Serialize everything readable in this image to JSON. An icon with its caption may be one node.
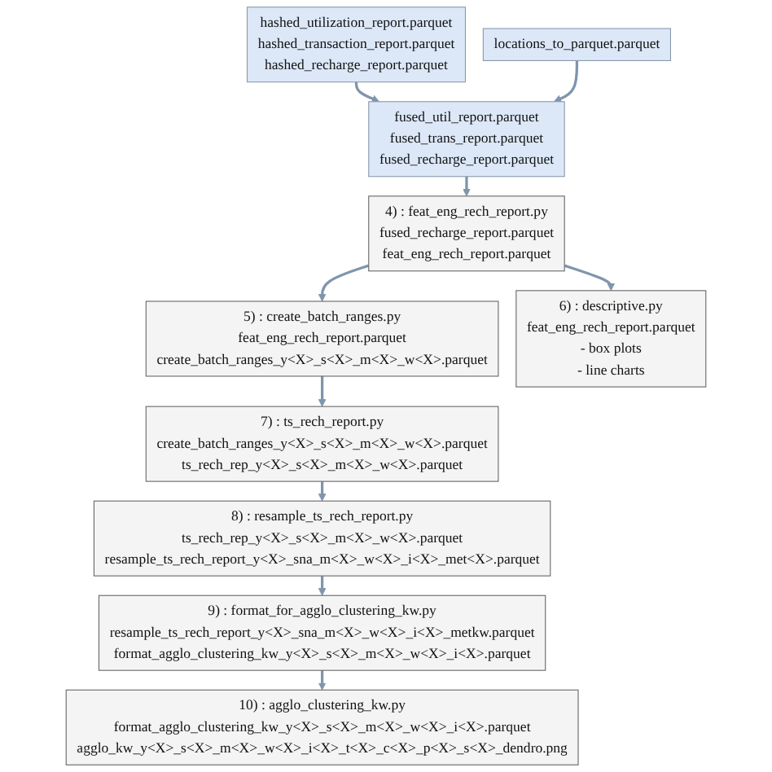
{
  "diagram": {
    "nodes": [
      {
        "text": [
          "hashed_utilization_report.parquet",
          "hashed_transaction_report.parquet",
          "hashed_recharge_report.parquet"
        ]
      },
      {
        "text": [
          "fused_util_report.parquet",
          "fused_trans_report.parquet",
          "fused_recharge_report.parquet"
        ]
      },
      {
        "text": [
          "locations_to_parquet.parquet"
        ]
      },
      {
        "text": [
          "4) : feat_eng_rech_report.py",
          "fused_recharge_report.parquet",
          "feat_eng_rech_report.parquet"
        ]
      },
      {
        "text": [
          "5) : create_batch_ranges.py",
          "feat_eng_rech_report.parquet",
          "create_batch_ranges_y<X>_s<X>_m<X>_w<X>.parquet"
        ]
      },
      {
        "text": [
          "6) : descriptive.py",
          "feat_eng_rech_report.parquet",
          "- box plots",
          "- line charts"
        ]
      },
      {
        "text": [
          "7) : ts_rech_report.py",
          "create_batch_ranges_y<X>_s<X>_m<X>_w<X>.parquet",
          "ts_rech_rep_y<X>_s<X>_m<X>_w<X>.parquet"
        ]
      },
      {
        "text": [
          "8) : resample_ts_rech_report.py",
          "ts_rech_rep_y<X>_s<X>_m<X>_w<X>.parquet",
          "resample_ts_rech_report_y<X>_sna_m<X>_w<X>_i<X>_met<X>.parquet"
        ]
      },
      {
        "text": [
          "9) : format_for_agglo_clustering_kw.py",
          "resample_ts_rech_report_y<X>_sna_m<X>_w<X>_i<X>_metkw.parquet",
          "format_agglo_clustering_kw_y<X>_s<X>_m<X>_w<X>_i<X>.parquet"
        ]
      },
      {
        "text": [
          "10) : agglo_clustering_kw.py",
          "format_agglo_clustering_kw_y<X>_s<X>_m<X>_w<X>_i<X>.parquet",
          "agglo_kw_y<X>_s<X>_m<X>_w<X>_i<X>_t<X>_c<X>_p<X>_s<X>_dendro.png"
        ]
      }
    ],
    "edges": [
      {
        "from": 0,
        "to": 1,
        "arrow": "to"
      },
      {
        "from": 2,
        "to": 1,
        "arrow": "to"
      },
      {
        "from": 1,
        "to": 3,
        "arrow": "to"
      },
      {
        "from": 3,
        "to": 4,
        "arrow": "to"
      },
      {
        "from": 3,
        "to": 5,
        "arrow": "to"
      },
      {
        "from": 4,
        "to": 6,
        "arrow": "to"
      },
      {
        "from": 6,
        "to": 7,
        "arrow": "to"
      },
      {
        "from": 7,
        "to": 8,
        "arrow": "to"
      },
      {
        "from": 8,
        "to": 9,
        "arrow": "to"
      }
    ]
  }
}
